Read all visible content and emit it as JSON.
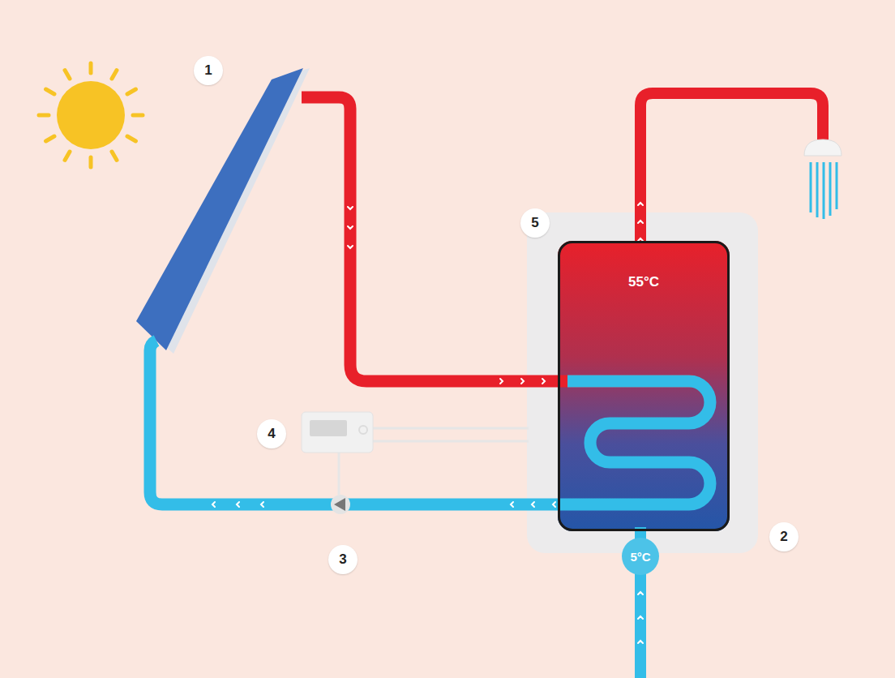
{
  "diagram": {
    "nodes": [
      {
        "text": [
          "55°C"
        ]
      },
      {
        "text": [
          "5°C"
        ]
      }
    ],
    "labels": [
      "1",
      "5",
      "4",
      "3",
      "2"
    ]
  }
}
